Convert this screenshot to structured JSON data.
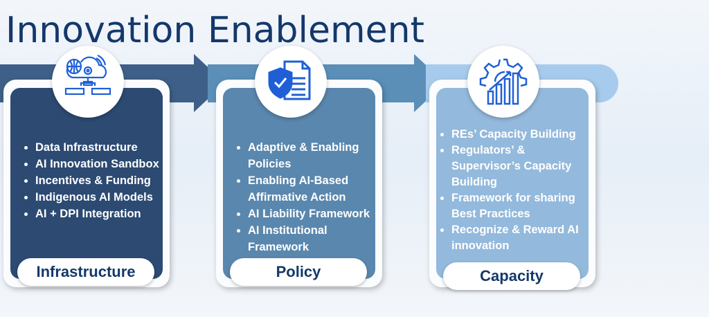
{
  "title": "Innovation Enablement",
  "colors": {
    "title": "#14386a",
    "pillar1": "#2c4a72",
    "pillar2": "#5a87ad",
    "pillar3": "#93b9dc",
    "icon": "#1f5fd6"
  },
  "pillars": [
    {
      "label": "Infrastructure",
      "icon": "cloud-network-icon",
      "items": [
        "Data Infrastructure",
        "AI Innovation Sandbox",
        "Incentives & Funding",
        "Indigenous AI Models",
        "AI + DPI Integration"
      ]
    },
    {
      "label": "Policy",
      "icon": "shield-document-icon",
      "items": [
        "Adaptive & Enabling Policies",
        "Enabling AI-Based Affirmative Action",
        "AI Liability Framework",
        "AI Institutional Framework"
      ]
    },
    {
      "label": "Capacity",
      "icon": "gear-growth-chart-icon",
      "items": [
        "REs’ Capacity Building",
        "Regulators’ & Supervisor’s Capacity Building",
        "Framework for sharing Best Practices",
        "Recognize & Reward AI innovation"
      ]
    }
  ]
}
